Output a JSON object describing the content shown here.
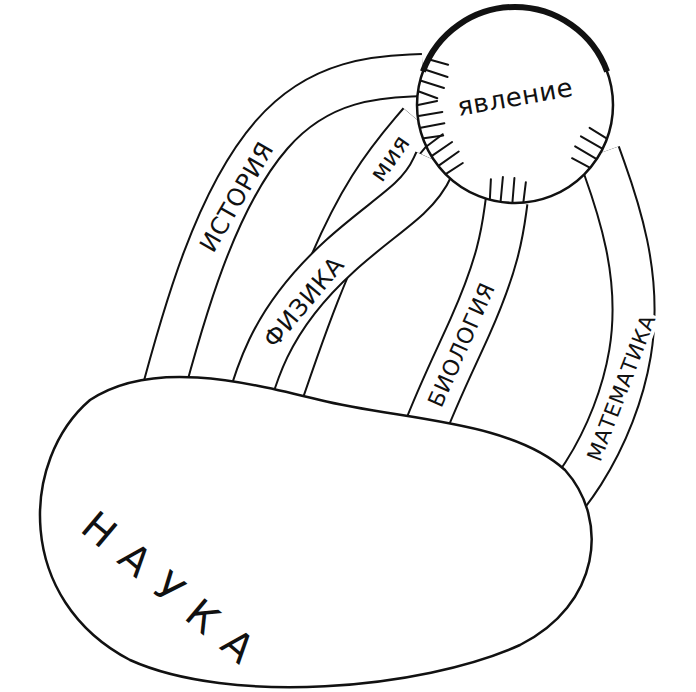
{
  "diagram": {
    "nodes": [
      {
        "text": [
          "явление"
        ]
      },
      {
        "text": [
          "НАУКА"
        ]
      }
    ],
    "edges": [
      {
        "from": 1,
        "to": 0,
        "arrow": "none",
        "label": "ИСТОРИЯ"
      },
      {
        "from": 1,
        "to": 0,
        "arrow": "none",
        "label": "мия"
      },
      {
        "from": 1,
        "to": 0,
        "arrow": "none",
        "label": "ФИЗИКА"
      },
      {
        "from": 1,
        "to": 0,
        "arrow": "none",
        "label": "БИОЛОГИЯ"
      },
      {
        "from": 1,
        "to": 0,
        "arrow": "none",
        "label": "МАТЕМАТИКА"
      }
    ]
  }
}
